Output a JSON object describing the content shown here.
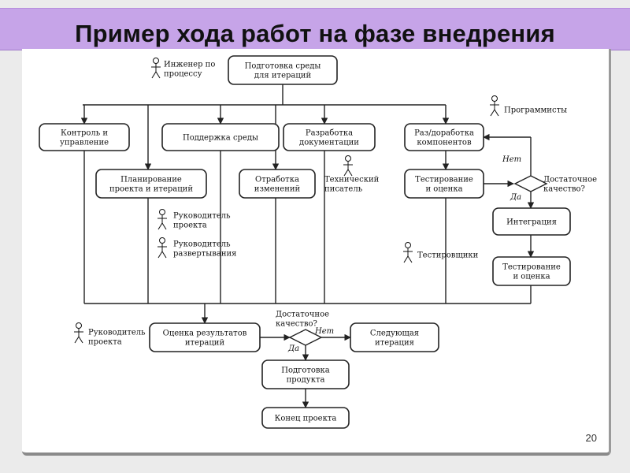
{
  "slide": {
    "title": "Пример хода работ на фазе внедрения",
    "page_number": "20"
  },
  "diagram": {
    "nodes": {
      "prep_env": [
        "Подготовка среды",
        "для итераций"
      ],
      "control": [
        "Контроль и",
        "управление"
      ],
      "env_support": [
        "Поддержка среды"
      ],
      "doc_dev": [
        "Разработка",
        "документации"
      ],
      "comp_dev": [
        "Раз/доработка",
        "компонентов"
      ],
      "planning": [
        "Планирование",
        "проекта и итераций"
      ],
      "change_mgmt": [
        "Отработка",
        "изменений"
      ],
      "testing1": [
        "Тестирование",
        "и оценка"
      ],
      "integration": [
        "Интеграция"
      ],
      "testing2": [
        "Тестирование",
        "и оценка"
      ],
      "iter_eval": [
        "Оценка результатов",
        "итераций"
      ],
      "next_iter": [
        "Следующая",
        "итерация"
      ],
      "product_prep": [
        "Подготовка",
        "продукта"
      ],
      "project_end": [
        "Конец проекта"
      ]
    },
    "actors": {
      "process_engineer": [
        "Инженер по",
        "процессу"
      ],
      "programmers": [
        "Программисты"
      ],
      "tech_writer": [
        "Технический",
        "писатель"
      ],
      "project_manager": [
        "Руководитель",
        "проекта"
      ],
      "deploy_manager": [
        "Руководитель",
        "развертывания"
      ],
      "testers": [
        "Тестировщики"
      ],
      "project_manager_2": [
        "Руководитель",
        "проекта"
      ]
    },
    "decisions": {
      "quality_1": {
        "question": [
          "Достаточное",
          "качество?"
        ],
        "no": "Нет",
        "yes": "Да"
      },
      "quality_2": {
        "question": [
          "Достаточное",
          "качество?"
        ],
        "no": "Нет",
        "yes": "Да"
      }
    }
  }
}
